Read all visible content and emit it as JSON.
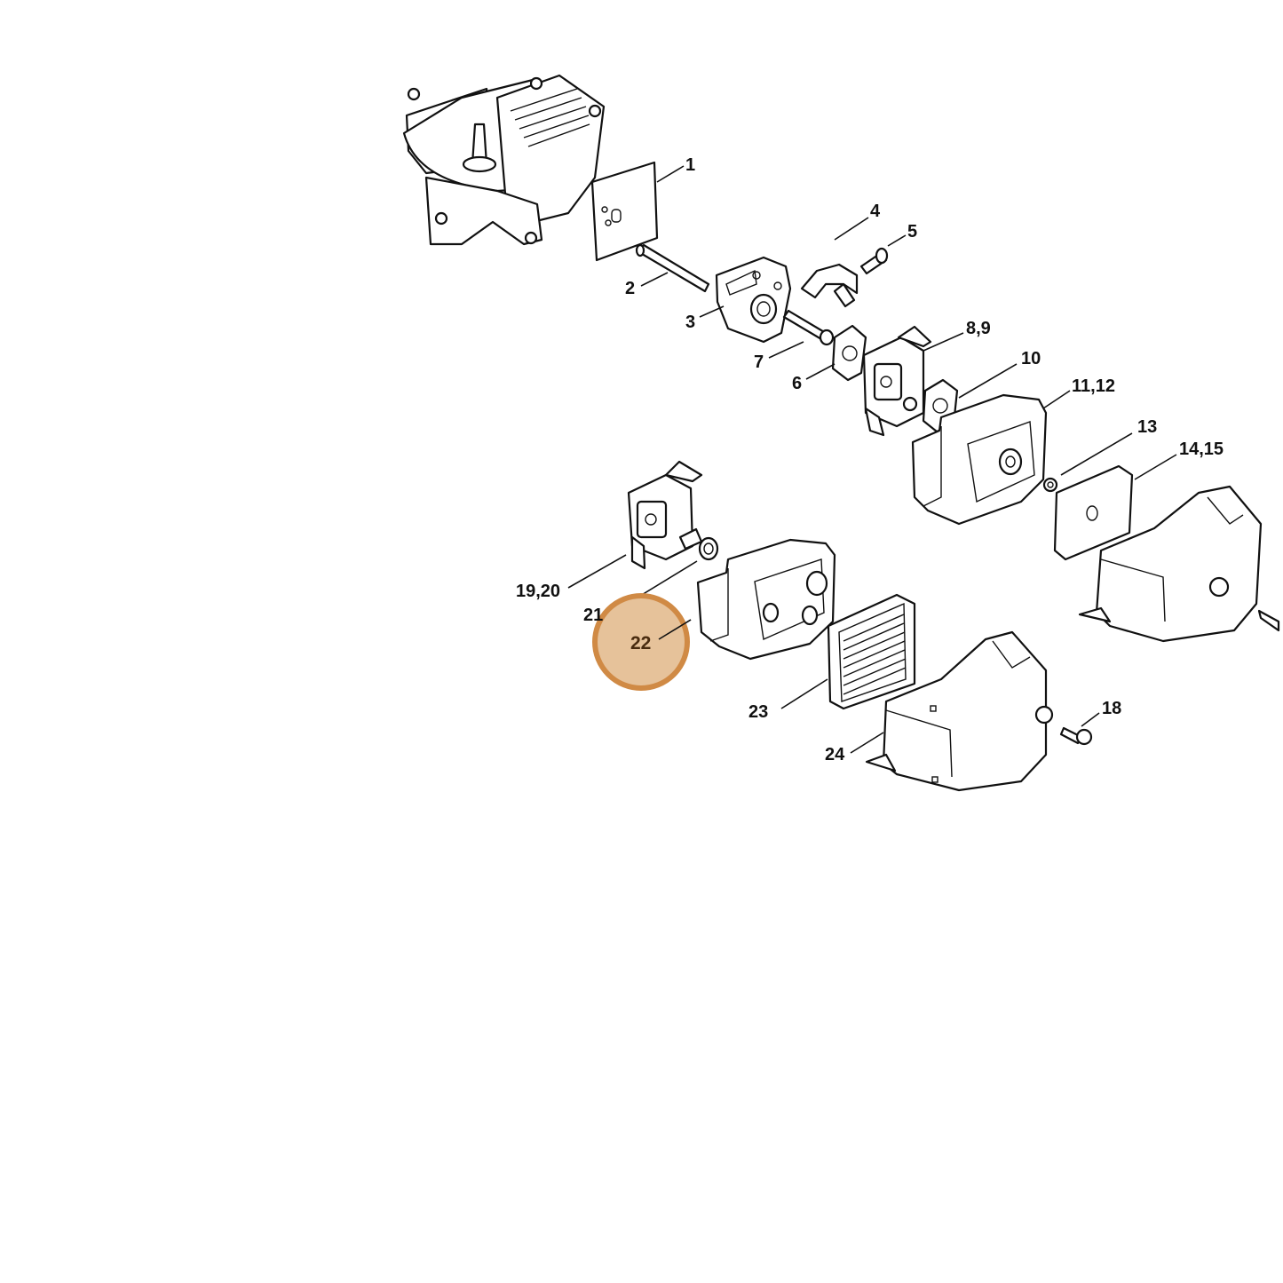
{
  "labels": {
    "l1": "1",
    "l2": "2",
    "l3": "3",
    "l4": "4",
    "l5": "5",
    "l6": "6",
    "l7": "7",
    "l8_9": "8,9",
    "l10": "10",
    "l11_12": "11,12",
    "l13": "13",
    "l14_15": "14,15",
    "l18": "18",
    "l19_20": "19,20",
    "l21": "21",
    "l22": "22",
    "l23": "23",
    "l24": "24"
  },
  "highlight": {
    "fill": "#e6c29a",
    "stroke": "#d08a45"
  },
  "colors": {
    "line": "#111111",
    "background": "#ffffff"
  }
}
